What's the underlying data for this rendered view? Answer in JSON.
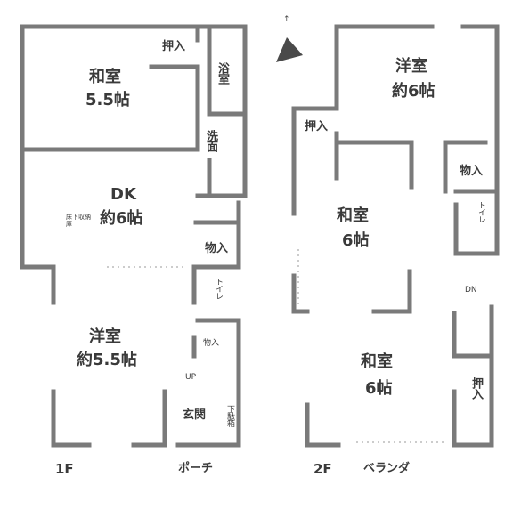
{
  "floor1": {
    "caption": "1F",
    "rooms": {
      "washitsu_name": "和室",
      "washitsu_size": "5.5帖",
      "oshiire": "押入",
      "bath": "浴室",
      "washroom": "洗面",
      "dk_name": "DK",
      "dk_storage": "床下収納庫",
      "dk_size": "約6帖",
      "storage": "物入",
      "toilet": "トイレ",
      "youshitsu_name": "洋室",
      "youshitsu_size": "約5.5帖",
      "storage_small": "物入",
      "stairs_up": "UP",
      "entrance": "玄関",
      "shoe_box": "下駄箱"
    },
    "porch": "ポーチ"
  },
  "floor2": {
    "caption": "2F",
    "rooms": {
      "youshitsu_name": "洋室",
      "youshitsu_size": "約6帖",
      "oshiire_upper": "押入",
      "storage": "物入",
      "toilet": "トイレ",
      "washitsu_a_name": "和室",
      "washitsu_a_size": "6帖",
      "stairs_down": "DN",
      "washitsu_b_name": "和室",
      "washitsu_b_size": "6帖",
      "oshiire_lower": "押入"
    },
    "veranda": "ベランダ"
  },
  "colors": {
    "wall": "#7a7a7a",
    "text": "#3a3a3a"
  },
  "icons": {
    "north_arrow": "north-arrow-icon"
  }
}
